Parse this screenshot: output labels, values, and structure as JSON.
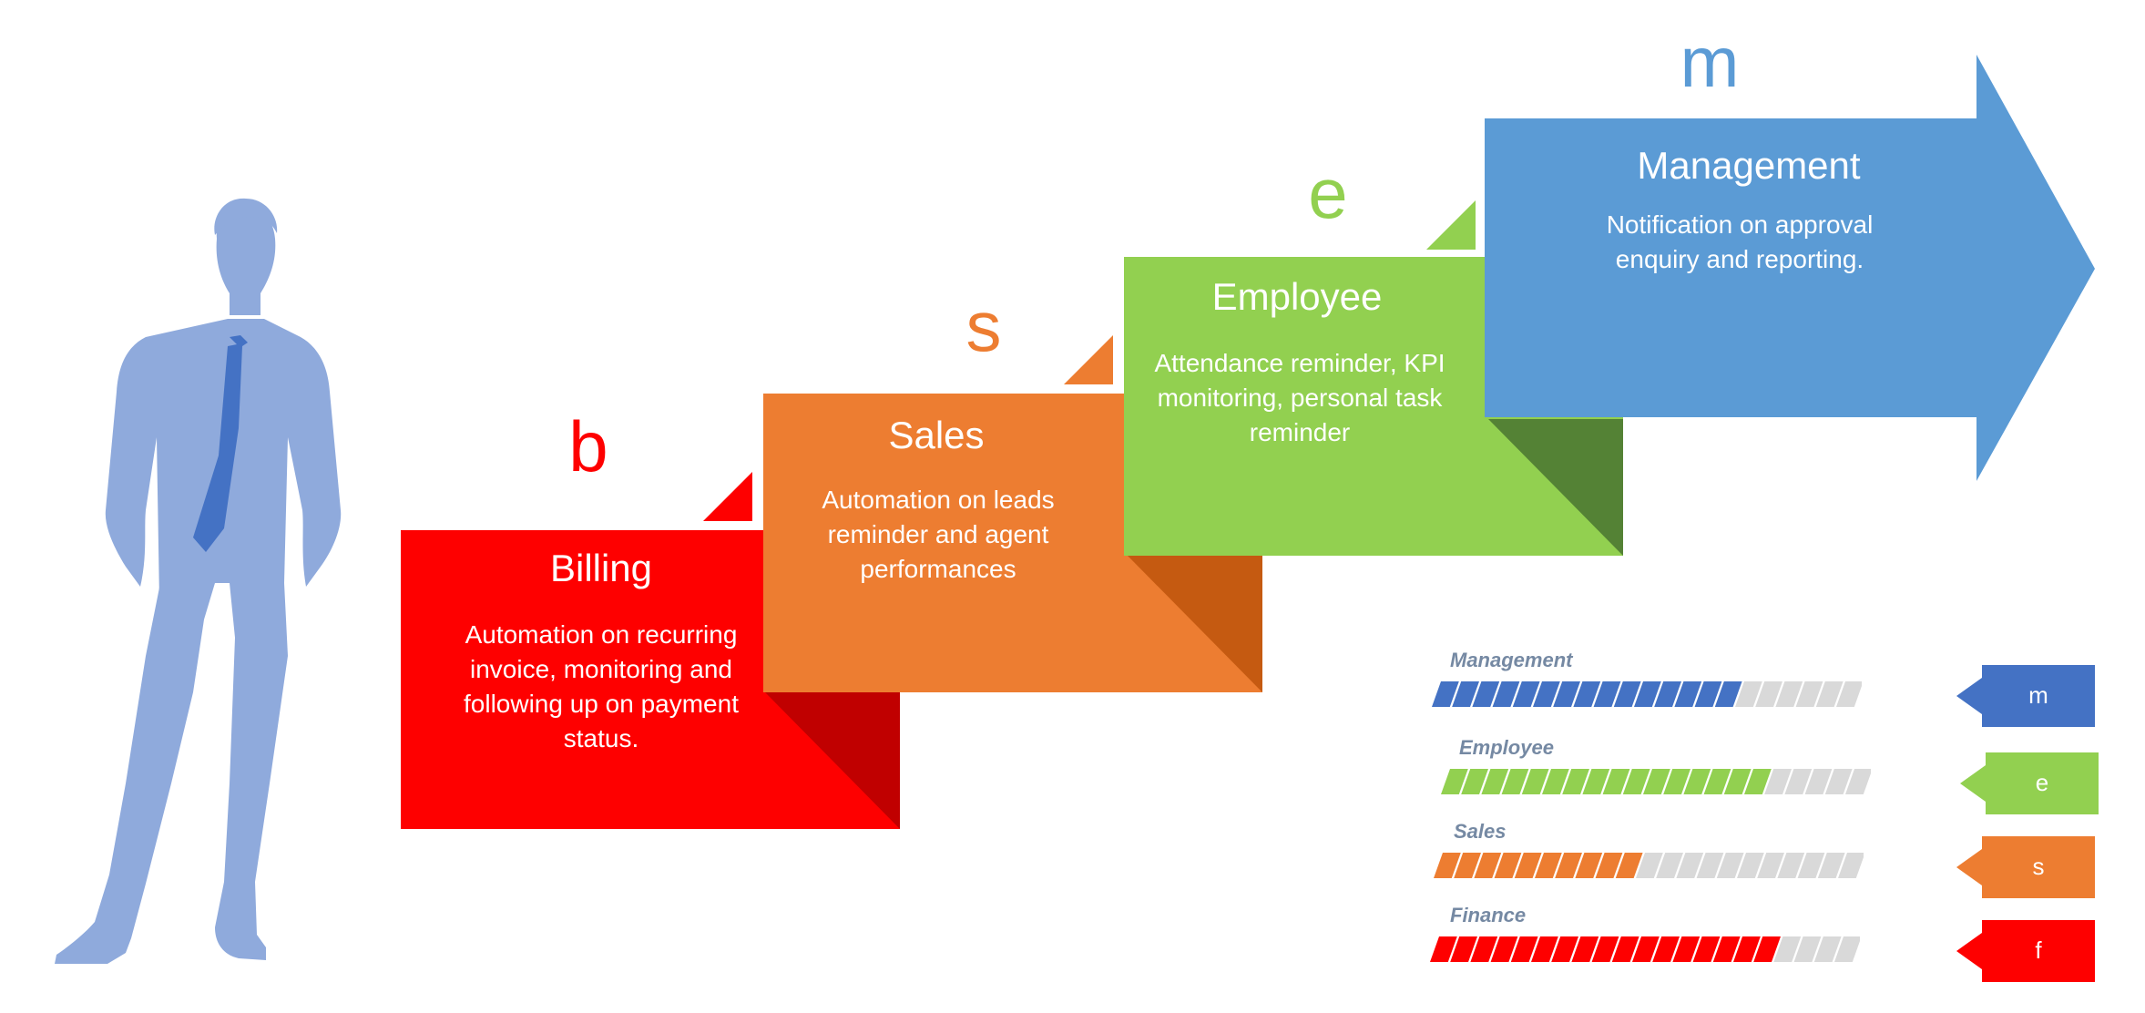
{
  "steps": [
    {
      "key": "billing",
      "letter": "b",
      "title": "Billing",
      "description": "Automation on recurring invoice, monitoring and following up on payment status.",
      "color": "#fe0000",
      "shade": "#c00000"
    },
    {
      "key": "sales",
      "letter": "s",
      "title": "Sales",
      "description": "Automation on leads reminder and agent performances",
      "color": "#ed7d31",
      "shade": "#c55a11"
    },
    {
      "key": "employee",
      "letter": "e",
      "title": "Employee",
      "description": "Attendance  reminder, KPI monitoring, personal task reminder",
      "color": "#92d050",
      "shade": "#548235"
    },
    {
      "key": "management",
      "letter": "m",
      "title": "Management",
      "description": "Notification on approval enquiry and reporting.",
      "color": "#5b9bd5"
    }
  ],
  "bars": [
    {
      "key": "management",
      "label": "Management",
      "filled_segments": 15,
      "total_segments": 21,
      "color": "#4472c4",
      "tag": "m"
    },
    {
      "key": "employee",
      "label": "Employee",
      "filled_segments": 16,
      "total_segments": 21,
      "color": "#92d050",
      "tag": "e"
    },
    {
      "key": "sales",
      "label": "Sales",
      "filled_segments": 10,
      "total_segments": 21,
      "color": "#ed7d31",
      "tag": "s"
    },
    {
      "key": "finance",
      "label": "Finance",
      "filled_segments": 17,
      "total_segments": 21,
      "color": "#fe0000",
      "tag": "f"
    }
  ],
  "colors": {
    "person": "#8faadc",
    "tie": "#4472c4",
    "empty_segment": "#d9d9d9",
    "bar_label": "#7589a3"
  },
  "icons": {
    "person": "businessman-silhouette-icon"
  }
}
